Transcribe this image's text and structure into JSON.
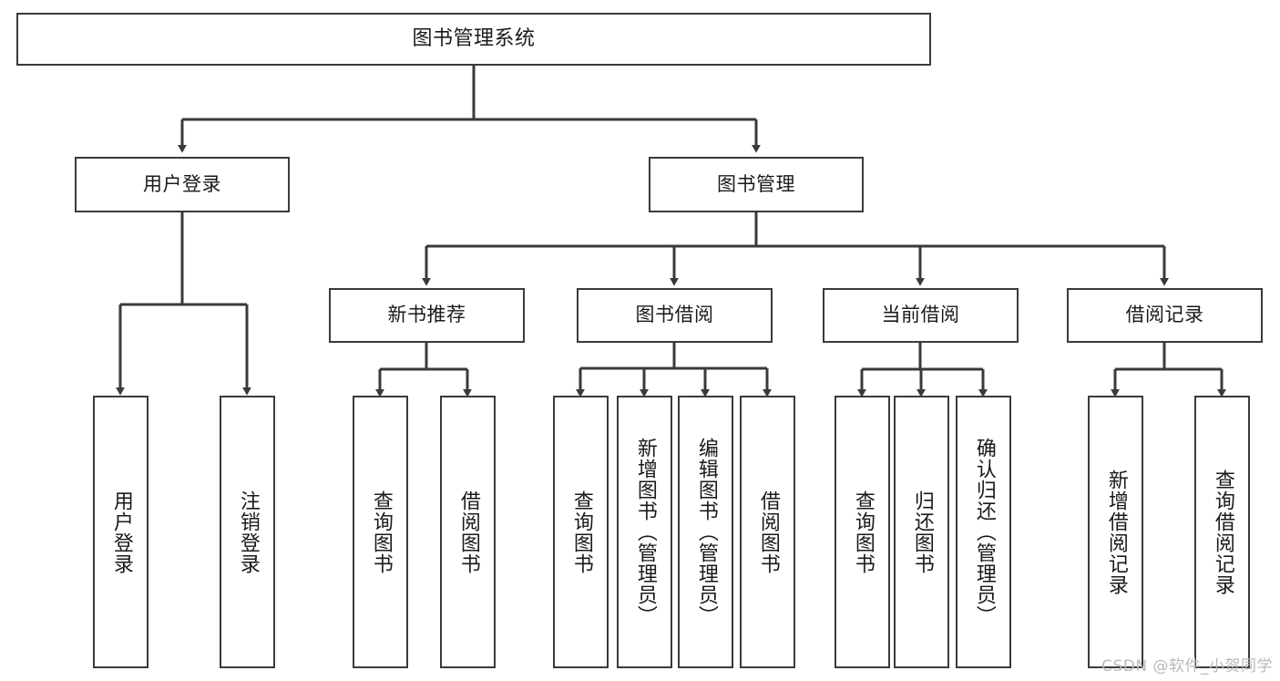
{
  "diagram": {
    "title": "图书管理系统",
    "type": "function-structure-tree",
    "background_color": "#ffffff",
    "node_border_color": "#3a3a3a",
    "edge_color": "#3a3a3a",
    "root": {
      "label": "图书管理系统"
    },
    "level2": [
      {
        "label": "用户登录"
      },
      {
        "label": "图书管理"
      }
    ],
    "level3": [
      {
        "label": "新书推荐"
      },
      {
        "label": "图书借阅"
      },
      {
        "label": "当前借阅"
      },
      {
        "label": "借阅记录"
      }
    ],
    "leaves": {
      "user_login": [
        {
          "label": "用户登录"
        },
        {
          "label": "注销登录"
        }
      ],
      "new_book_recommend": [
        {
          "label": "查询图书"
        },
        {
          "label": "借阅图书"
        }
      ],
      "book_borrow": [
        {
          "label": "查询图书"
        },
        {
          "label": "新增图书（管理员）"
        },
        {
          "label": "编辑图书（管理员）"
        },
        {
          "label": "借阅图书"
        }
      ],
      "current_borrow": [
        {
          "label": "查询图书"
        },
        {
          "label": "归还图书"
        },
        {
          "label": "确认归还（管理员）"
        }
      ],
      "borrow_record": [
        {
          "label": "新增借阅记录"
        },
        {
          "label": "查询借阅记录"
        }
      ]
    }
  },
  "watermark": {
    "text": "CSDN @软件_小贺同学"
  }
}
